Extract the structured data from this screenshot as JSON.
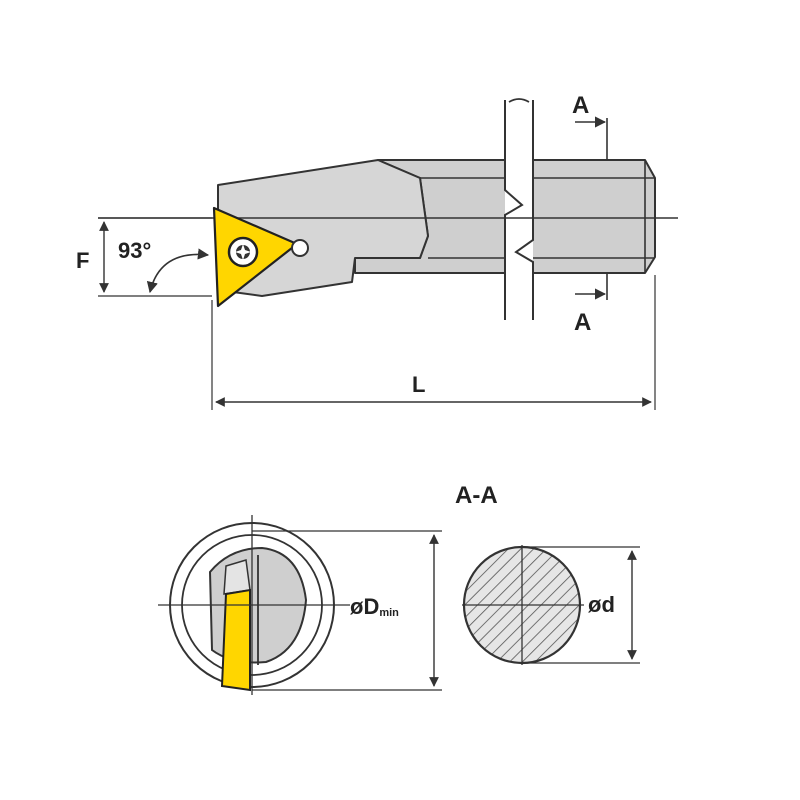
{
  "labels": {
    "section_mark_top": "A",
    "section_mark_bottom": "A",
    "offset": "F",
    "angle": "93°",
    "length": "L",
    "section_title": "A-A",
    "min_bore_prefix": "øD",
    "min_bore_subscript": "min",
    "shank_diameter": "ød"
  },
  "colors": {
    "body": "#cfcfcf",
    "body_light": "#e4e4e4",
    "insert": "#ffd600",
    "line": "#333333"
  },
  "icons": {
    "insert_screw": "torx-screw-icon",
    "break_mark": "break-line-icon"
  }
}
